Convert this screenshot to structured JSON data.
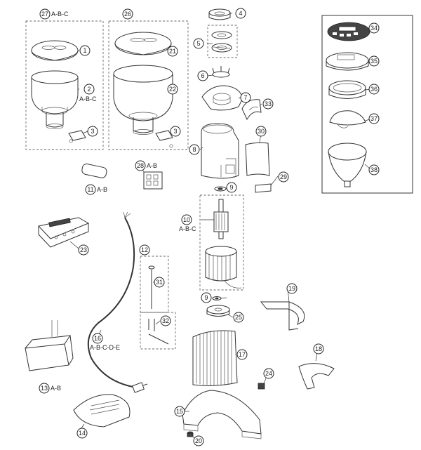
{
  "diagram": {
    "callouts": [
      {
        "id": "c1",
        "num": "1",
        "label": ""
      },
      {
        "id": "c2",
        "num": "2",
        "label": "A-B-C"
      },
      {
        "id": "c3a",
        "num": "3",
        "label": ""
      },
      {
        "id": "c3b",
        "num": "3",
        "label": ""
      },
      {
        "id": "c4",
        "num": "4",
        "label": ""
      },
      {
        "id": "c5",
        "num": "5",
        "label": ""
      },
      {
        "id": "c6",
        "num": "6",
        "label": ""
      },
      {
        "id": "c7",
        "num": "7",
        "label": ""
      },
      {
        "id": "c8",
        "num": "8",
        "label": ""
      },
      {
        "id": "c9a",
        "num": "9",
        "label": ""
      },
      {
        "id": "c9b",
        "num": "9",
        "label": ""
      },
      {
        "id": "c10",
        "num": "10",
        "label": "A-B-C"
      },
      {
        "id": "c11",
        "num": "11",
        "label": "A-B"
      },
      {
        "id": "c12",
        "num": "12",
        "label": ""
      },
      {
        "id": "c13",
        "num": "13",
        "label": "A-B"
      },
      {
        "id": "c14",
        "num": "14",
        "label": ""
      },
      {
        "id": "c15",
        "num": "15",
        "label": ""
      },
      {
        "id": "c16",
        "num": "16",
        "label": "A-B-C-D-E"
      },
      {
        "id": "c17",
        "num": "17",
        "label": ""
      },
      {
        "id": "c18",
        "num": "18",
        "label": ""
      },
      {
        "id": "c19",
        "num": "19",
        "label": ""
      },
      {
        "id": "c20",
        "num": "20",
        "label": ""
      },
      {
        "id": "c21",
        "num": "21",
        "label": ""
      },
      {
        "id": "c22",
        "num": "22",
        "label": ""
      },
      {
        "id": "c23",
        "num": "23",
        "label": ""
      },
      {
        "id": "c24",
        "num": "24",
        "label": ""
      },
      {
        "id": "c25",
        "num": "25",
        "label": ""
      },
      {
        "id": "c26",
        "num": "26",
        "label": ""
      },
      {
        "id": "c27",
        "num": "27",
        "label": "A-B-C"
      },
      {
        "id": "c28",
        "num": "28",
        "label": "A-B"
      },
      {
        "id": "c29",
        "num": "29",
        "label": ""
      },
      {
        "id": "c30",
        "num": "30",
        "label": ""
      },
      {
        "id": "c31",
        "num": "31",
        "label": ""
      },
      {
        "id": "c32",
        "num": "32",
        "label": ""
      },
      {
        "id": "c33",
        "num": "33",
        "label": ""
      },
      {
        "id": "c34",
        "num": "34",
        "label": ""
      },
      {
        "id": "c35",
        "num": "35",
        "label": ""
      },
      {
        "id": "c36",
        "num": "36",
        "label": ""
      },
      {
        "id": "c37",
        "num": "37",
        "label": ""
      },
      {
        "id": "c38",
        "num": "38",
        "label": ""
      }
    ]
  }
}
